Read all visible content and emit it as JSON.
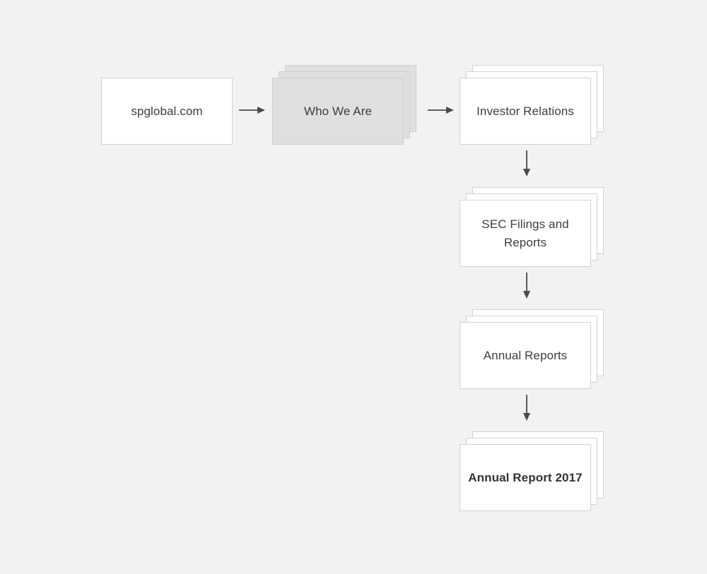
{
  "diagram": {
    "title": "spglobal.com annual report navigation path",
    "background_color": "#f2f2f2",
    "card_fill": "#ffffff",
    "card_border": "#d2d2d2",
    "highlight_fill": "#dfdfdf",
    "highlight_border": "#cfcfcf",
    "text_color": "#3d3d3d",
    "arrow_color": "#4a4a4a",
    "nodes": [
      {
        "id": "spglobal",
        "label": "spglobal.com",
        "style": "single",
        "emphasis": "normal"
      },
      {
        "id": "who-we-are",
        "label": "Who We Are",
        "style": "stack",
        "emphasis": "highlighted"
      },
      {
        "id": "investor-relations",
        "label": "Investor Relations",
        "style": "stack",
        "emphasis": "normal"
      },
      {
        "id": "sec-filings-and-reports",
        "label": "SEC Filings and Reports",
        "style": "stack",
        "emphasis": "normal"
      },
      {
        "id": "annual-reports",
        "label": "Annual Reports",
        "style": "stack",
        "emphasis": "normal"
      },
      {
        "id": "annual-report-2017",
        "label": "Annual Report 2017",
        "style": "stack",
        "emphasis": "bold"
      }
    ],
    "connectors": [
      {
        "id": "spglobal-to-who-we-are",
        "direction": "right"
      },
      {
        "id": "who-we-are-to-investor-relations",
        "direction": "right"
      },
      {
        "id": "investor-relations-to-sec-filings",
        "direction": "down"
      },
      {
        "id": "sec-filings-to-annual-reports",
        "direction": "down"
      },
      {
        "id": "annual-reports-to-annual-report-2017",
        "direction": "down"
      }
    ]
  }
}
